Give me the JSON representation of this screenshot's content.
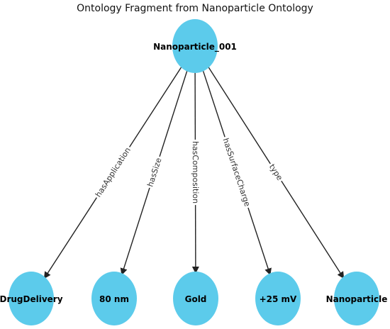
{
  "title": "Ontology Fragment from Nanoparticle Ontology",
  "colors": {
    "node_fill": "#5ccbeb",
    "edge": "#222222",
    "edge_label_bg": "#ffffff"
  },
  "root": {
    "id": "root",
    "label": "Nanoparticle_001"
  },
  "children": [
    {
      "id": "drugdelivery",
      "label": "DrugDelivery",
      "edge_label": "hasApplication"
    },
    {
      "id": "size",
      "label": "80 nm",
      "edge_label": "hasSize"
    },
    {
      "id": "gold",
      "label": "Gold",
      "edge_label": "hasComposition"
    },
    {
      "id": "charge",
      "label": "+25 mV",
      "edge_label": "hasSurfaceCharge"
    },
    {
      "id": "nanoparticle",
      "label": "Nanoparticle",
      "edge_label": "type"
    }
  ]
}
